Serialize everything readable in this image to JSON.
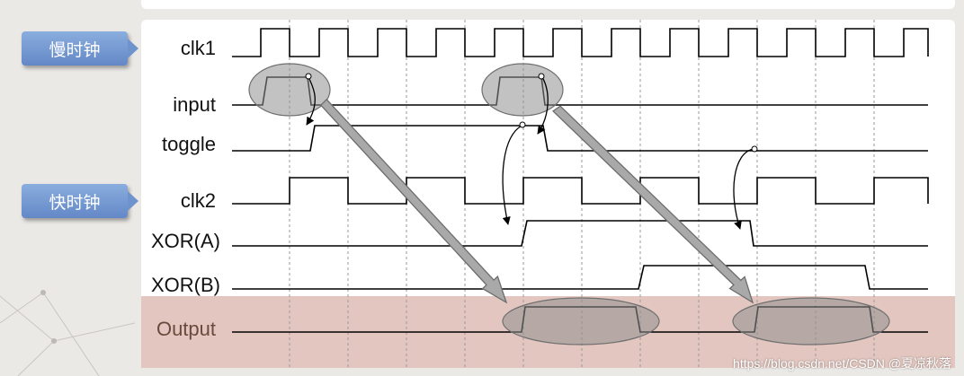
{
  "callouts": {
    "slow_clock": "慢时钟",
    "fast_clock": "快时钟"
  },
  "signals": {
    "clk1": "clk1",
    "input": "input",
    "toggle": "toggle",
    "clk2": "clk2",
    "xor_a": "XOR(A)",
    "xor_b": "XOR(B)",
    "output": "Output"
  },
  "watermark": "https://blog.csdn.net/CSDN @夏凉秋落",
  "colors": {
    "output_band": "#e2c6bf",
    "callout": "#6f93cc",
    "arrow_fill": "#a9a9a9",
    "highlight_ellipse": "#8f8f8f"
  }
}
